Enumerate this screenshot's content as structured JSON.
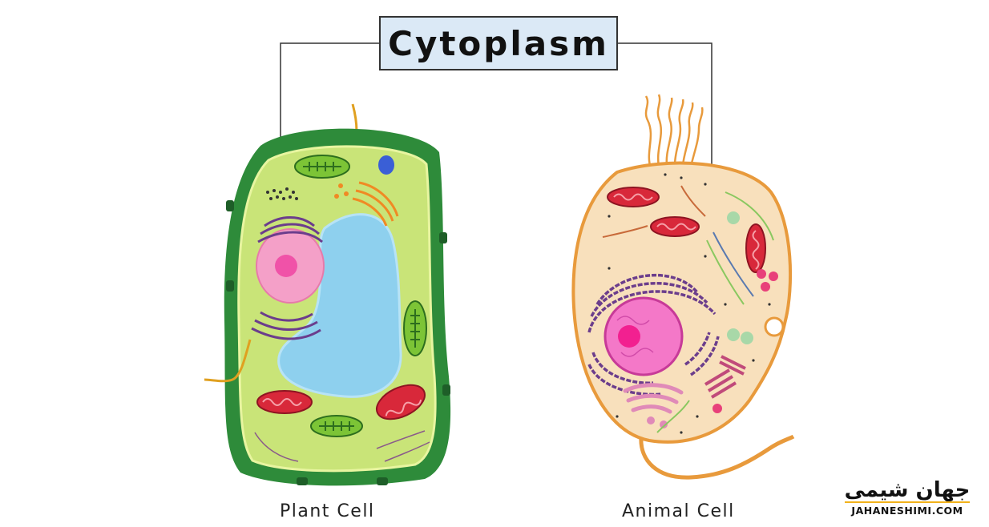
{
  "title": "Cytoplasm",
  "cells": [
    {
      "label": "Plant Cell"
    },
    {
      "label": "Animal Cell"
    }
  ],
  "watermark": {
    "arabic": "جهان شیمی",
    "latin": "JAHANESHIMI.COM"
  },
  "colors": {
    "plant_wall": "#2e8b3a",
    "plant_cytoplasm": "#c9e478",
    "vacuole": "#8ed0ee",
    "nucleus": "#f4a0c8",
    "mitochondria": "#d8283a",
    "chloroplast": "#7cc436",
    "golgi_plant": "#f08a24",
    "er": "#6b3d8c",
    "animal_cytoplasm": "#f8e0bc",
    "animal_membrane": "#e89a3c",
    "title_box": "#dbe9f6"
  }
}
